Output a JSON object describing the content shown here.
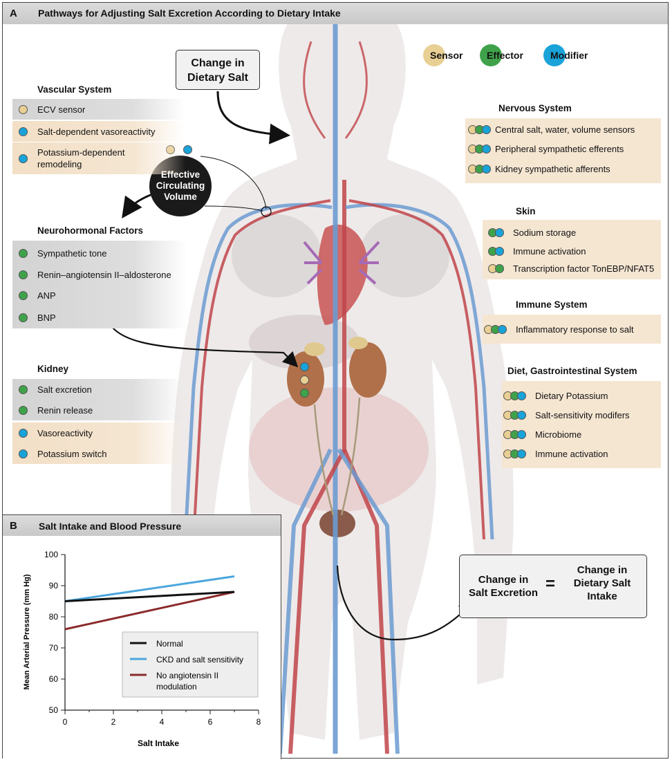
{
  "panel_a": {
    "letter": "A",
    "title": "Pathways for Adjusting Salt Excretion According to Dietary Intake"
  },
  "legend": {
    "sensor": "Sensor",
    "effector": "Effector",
    "modifier": "Modifier"
  },
  "colors": {
    "sensor": "#e8cf93",
    "effector": "#3fa24a",
    "modifier": "#1aa3d8"
  },
  "change_box": {
    "line1": "Change in",
    "line2": "Dietary Salt"
  },
  "ecv": {
    "line1": "Effective",
    "line2": "Circulating",
    "line3": "Volume"
  },
  "vascular": {
    "title": "Vascular System",
    "items": [
      {
        "label": "ECV sensor"
      },
      {
        "label": "Salt-dependent vasoreactivity"
      },
      {
        "label": "Potassium-dependent",
        "label2": "remodeling"
      }
    ]
  },
  "neuro": {
    "title": "Neurohormonal Factors",
    "items": [
      {
        "label": "Sympathetic tone"
      },
      {
        "label": "Renin–angiotensin II–aldosterone"
      },
      {
        "label": "ANP"
      },
      {
        "label": "BNP"
      }
    ]
  },
  "kidney": {
    "title": "Kidney",
    "items": [
      {
        "label": "Salt excretion"
      },
      {
        "label": "Renin release"
      },
      {
        "label": "Vasoreactivity"
      },
      {
        "label": "Potassium switch"
      }
    ]
  },
  "nervous": {
    "title": "Nervous System",
    "items": [
      {
        "label": "Central salt, water, volume sensors"
      },
      {
        "label": "Peripheral sympathetic efferents"
      },
      {
        "label": "Kidney sympathetic afferents"
      }
    ]
  },
  "skin": {
    "title": "Skin",
    "items": [
      {
        "label": "Sodium storage"
      },
      {
        "label": "Immune activation"
      },
      {
        "label": "Transcription factor TonEBP/NFAT5"
      }
    ]
  },
  "immune": {
    "title": "Immune System",
    "items": [
      {
        "label": "Inflammatory response to salt"
      }
    ]
  },
  "diet": {
    "title": "Diet, Gastrointestinal System",
    "items": [
      {
        "label": "Dietary Potassium"
      },
      {
        "label": "Salt-sensitivity modifers"
      },
      {
        "label": "Microbiome"
      },
      {
        "label": "Immune activation"
      }
    ]
  },
  "equation": {
    "left1": "Change in",
    "left2": "Salt Excretion",
    "eq": "=",
    "right1": "Change in",
    "right2": "Dietary Salt",
    "right3": "Intake"
  },
  "panel_b": {
    "letter": "B",
    "title": "Salt Intake and Blood Pressure"
  },
  "chart_data": {
    "type": "line",
    "xlabel": "Salt Intake",
    "ylabel": "Mean Arterial Pressure (mm Hg)",
    "xlim": [
      0,
      8
    ],
    "ylim": [
      50,
      100
    ],
    "xticks": [
      0,
      2,
      4,
      6,
      8
    ],
    "yticks": [
      50,
      60,
      70,
      80,
      90,
      100
    ],
    "grid": false,
    "legend_position": "bottom-right",
    "series": [
      {
        "name": "Normal",
        "color": "#111111",
        "x": [
          0,
          7
        ],
        "y": [
          85,
          88
        ]
      },
      {
        "name": "CKD and salt sensitivity",
        "color": "#4aa6dc",
        "x": [
          0,
          7
        ],
        "y": [
          85,
          93
        ]
      },
      {
        "name": "No angiotensin II modulation",
        "name2": "modulation",
        "name1": "No angiotensin II",
        "color": "#8b2a2a",
        "x": [
          0,
          7
        ],
        "y": [
          76,
          88
        ]
      }
    ]
  }
}
